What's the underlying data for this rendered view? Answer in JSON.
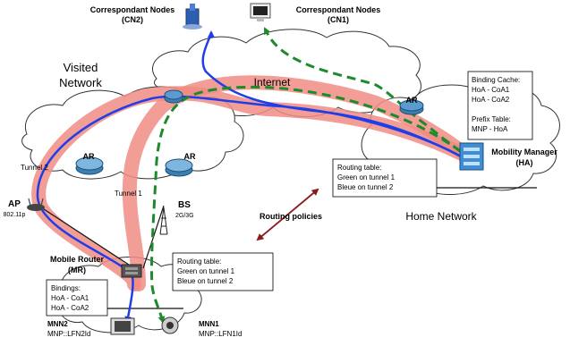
{
  "labels": {
    "cn2": [
      "Correspondant Nodes",
      "(CN2)"
    ],
    "cn1": [
      "Correspondant Nodes",
      "(CN1)"
    ],
    "visited_network": [
      "Visited",
      "Network"
    ],
    "internet": "Internet",
    "home_network": "Home Network",
    "ar_internet": "AR",
    "ar_visited_1": "AR",
    "ar_visited_2": "AR",
    "tunnel_2": "Tunnel 2",
    "tunnel_1": "Tunnel 1",
    "ap": [
      "AP",
      "802.11p"
    ],
    "bs": [
      "BS",
      "2G/3G"
    ],
    "routing_policies": "Routing policies",
    "mobility_manager": [
      "Mobility Manager",
      "(HA)"
    ],
    "mobile_router": [
      "Mobile Router",
      "(MR)"
    ],
    "mnn2": [
      "MNN2",
      "MNP::LFN2Id"
    ],
    "mnn1": [
      "MNN1",
      "MNP::LFN1Id"
    ]
  },
  "boxes": {
    "binding_cache": [
      "Binding Cache:",
      "HoA - CoA1",
      "HoA - CoA2",
      "",
      "Prefix Table:",
      "MNP - HoA"
    ],
    "routing_table_ha": [
      "Routing table:",
      "Green on tunnel 1",
      "Bleue on tunnel 2"
    ],
    "routing_table_mr": [
      "Routing table:",
      "Green on tunnel 1",
      "Bleue on tunnel 2"
    ],
    "bindings_mr": [
      "Bindings:",
      "HoA - CoA1",
      "HoA - CoA2"
    ]
  },
  "colors": {
    "tunnel_highlight": "#f08c84",
    "blue_flow": "#1f3ee8",
    "green_flow": "#1e8a2e",
    "policy_arrow": "#8b1a1a",
    "router": "#3d7fb0"
  }
}
